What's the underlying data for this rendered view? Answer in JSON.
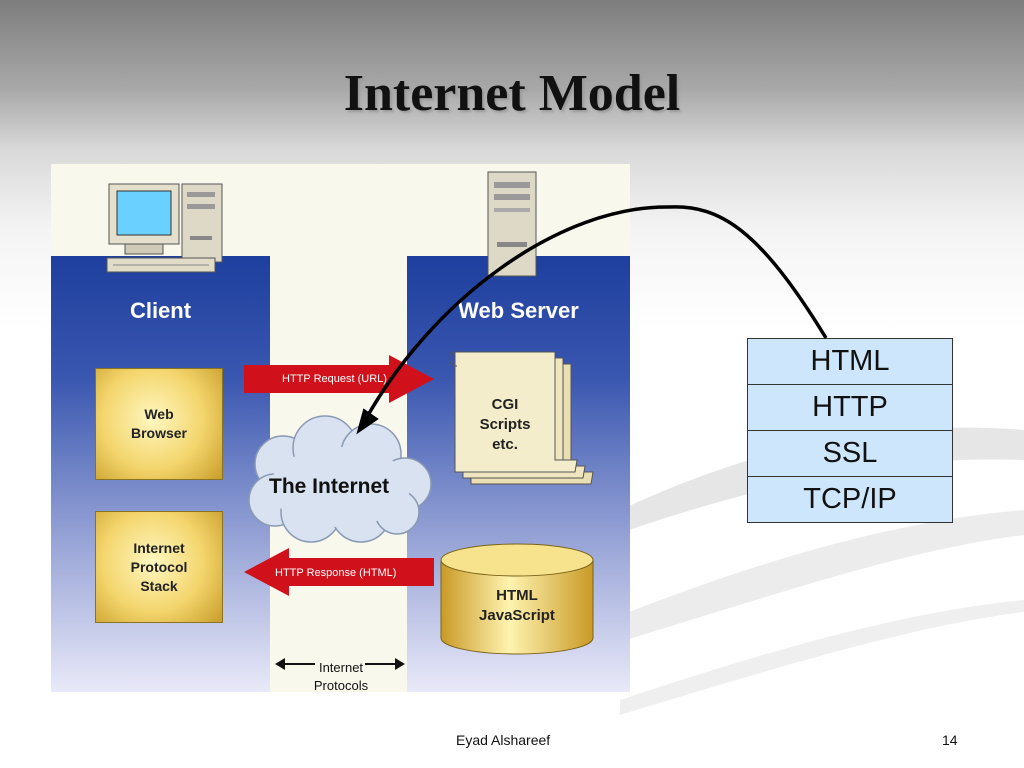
{
  "slide": {
    "title": "Internet Model",
    "author": "Eyad Alshareef",
    "page_number": "14"
  },
  "diagram": {
    "client_label": "Client",
    "server_label": "Web Server",
    "web_browser": "Web\nBrowser",
    "protocol_stack": "Internet\nProtocol\nStack",
    "http_request": "HTTP Request (URL)",
    "http_response": "HTTP Response (HTML)",
    "internet": "The Internet",
    "cgi": "CGI\nScripts\netc.",
    "database": "HTML\nJavaScript",
    "protocols": "Internet\nProtocols",
    "colors": {
      "column_top": "#1e3f9e",
      "arrow_red": "#d0111b",
      "gold": "#f3d56c",
      "stack_fill": "#cde6fb"
    }
  },
  "protocol_stack": [
    "HTML",
    "HTTP",
    "SSL",
    "TCP/IP"
  ]
}
